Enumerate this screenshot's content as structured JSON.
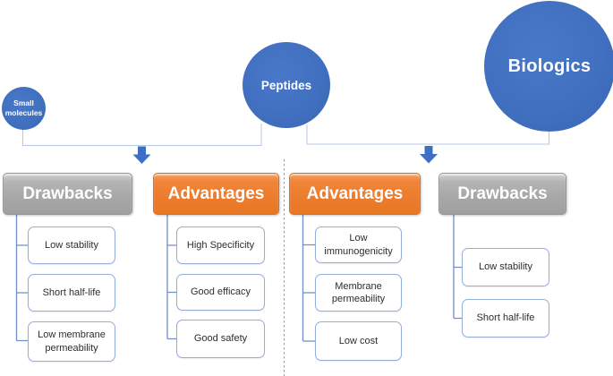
{
  "figure": {
    "circles": [
      {
        "label": "Small molecules"
      },
      {
        "label": "Peptides"
      },
      {
        "label": "Biologics"
      }
    ],
    "columns": [
      {
        "header": "Drawbacks",
        "items": [
          "Low stability",
          "Short half-life",
          "Low membrane permeability"
        ]
      },
      {
        "header": "Advantages",
        "items": [
          "High Specificity",
          "Good efficacy",
          "Good safety"
        ]
      },
      {
        "header": "Advantages",
        "items": [
          "Low immunogenicity",
          "Membrane permeability",
          "Low cost"
        ]
      },
      {
        "header": "Drawbacks",
        "items": [
          "Low stability",
          "Short half-life"
        ]
      }
    ],
    "colors": {
      "circle_blue": "#4170c0",
      "arrow_blue": "#3f6fc4",
      "header_orange": "#ed7d2f",
      "header_gray": "#a8a8a8",
      "item_border_blue": "#94aed8",
      "wire_blue": "#6f8fc7",
      "divider_dashed_blue": "#7c9bd3"
    }
  }
}
